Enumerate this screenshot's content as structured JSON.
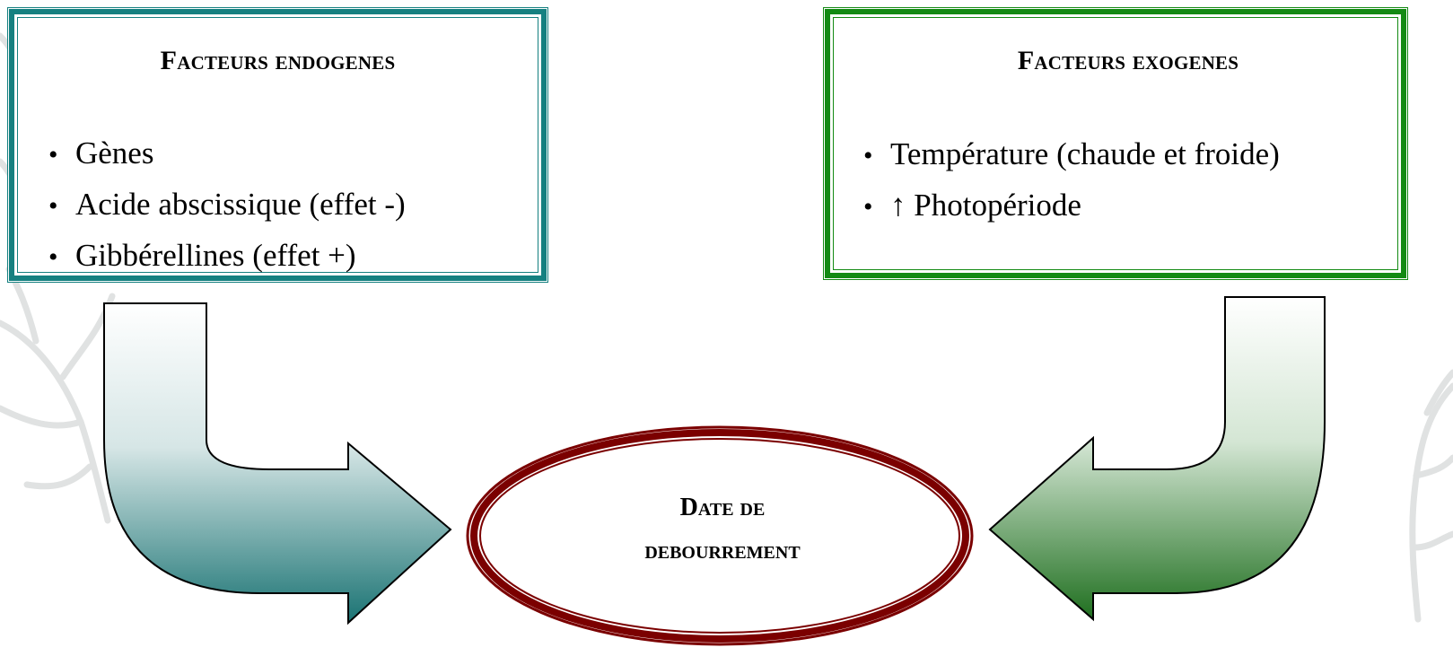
{
  "endogenous_box": {
    "title": "Facteurs endogenes",
    "items": [
      "Gènes",
      "Acide abscissique (effet -)",
      "Gibbérellines (effet +)"
    ],
    "color": "#158080"
  },
  "exogenous_box": {
    "title": "Facteurs exogenes",
    "items": [
      "Température (chaude et froide)",
      "↑ Photopériode"
    ],
    "color": "#138a13"
  },
  "center_node": {
    "line1": "Date de",
    "line2": "debourrement",
    "color": "#7b0000"
  }
}
